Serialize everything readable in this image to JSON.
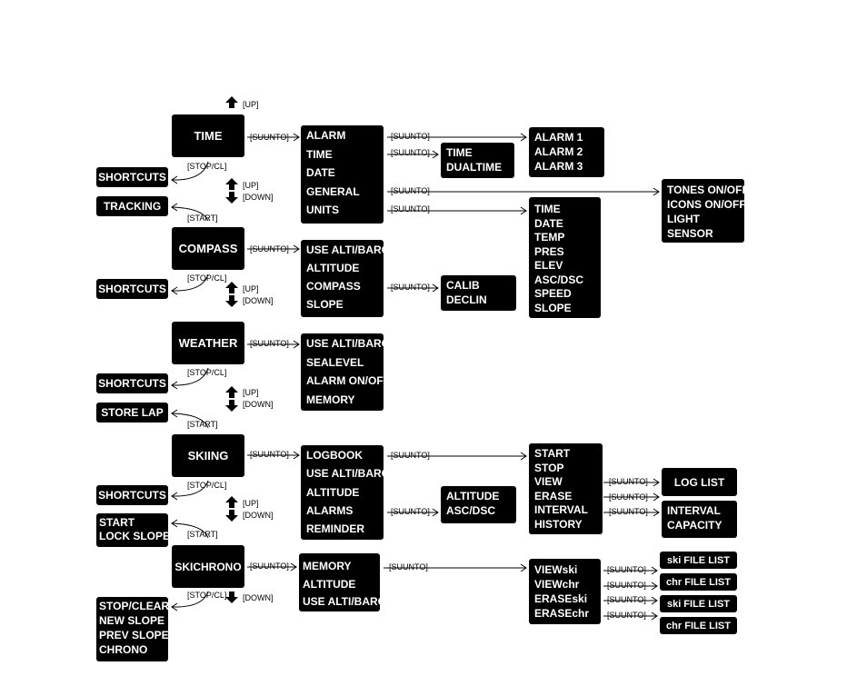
{
  "modes": {
    "time": "TIME",
    "compass": "COMPASS",
    "weather": "WEATHER",
    "skiing": "SKIING",
    "skichrono": "SKICHRONO"
  },
  "side": {
    "shortcuts_time": "SHORTCUTS",
    "tracking": "TRACKING",
    "shortcuts_compass": "SHORTCUTS",
    "shortcuts_weather": "SHORTCUTS",
    "store_lap": "STORE LAP",
    "shortcuts_skiing": "SHORTCUTS",
    "start_lock": [
      "START",
      "LOCK SLOPE"
    ],
    "stop_clear": [
      "STOP/CLEAR",
      "NEW SLOPE",
      "PREV SLOPE",
      "CHRONO"
    ]
  },
  "menus": {
    "time": [
      "ALARM",
      "TIME",
      "DATE",
      "GENERAL",
      "UNITS"
    ],
    "compass": [
      "USE ALTI/BARO",
      "ALTITUDE",
      "COMPASS",
      "SLOPE"
    ],
    "weather": [
      "USE ALTI/BARO",
      "SEALEVEL",
      "ALARM ON/OFF",
      "MEMORY"
    ],
    "skiing": [
      "LOGBOOK",
      "USE ALTI/BARO",
      "ALTITUDE",
      "ALARMS",
      "REMINDER"
    ],
    "skichrono": [
      "MEMORY",
      "ALTITUDE",
      "USE ALTI/BARO"
    ]
  },
  "submenus": {
    "alarms": [
      "ALARM 1",
      "ALARM  2",
      "ALARM 3"
    ],
    "time_dual": [
      "TIME",
      "DUALTIME"
    ],
    "general": [
      "TONES ON/OFF",
      "ICONS ON/OFF",
      "LIGHT",
      "SENSOR"
    ],
    "units": [
      "TIME",
      "DATE",
      "TEMP",
      "PRES",
      "ELEV",
      "ASC/DSC",
      "SPEED",
      "SLOPE"
    ],
    "calib": [
      "CALIB",
      "DECLIN"
    ],
    "logbook": [
      "START",
      "STOP",
      "VIEW",
      "ERASE",
      "INTERVAL",
      "HISTORY"
    ],
    "log_list": "LOG LIST",
    "interval": [
      "INTERVAL",
      "CAPACITY"
    ],
    "ski_alarms": [
      "ALTITUDE",
      "ASC/DSC"
    ],
    "chrono_memory": [
      "VIEWski",
      "VIEWchr",
      "ERASEski",
      "ERASEchr"
    ],
    "file_lists": [
      "ski FILE LIST",
      "chr FILE LIST",
      "ski FILE LIST",
      "chr FILE LIST"
    ]
  },
  "labels": {
    "up": "[UP]",
    "down": "[DOWN]",
    "suunto": "[SUUNTO]",
    "stopcl": "[STOP/CL]",
    "start": "[START]"
  }
}
